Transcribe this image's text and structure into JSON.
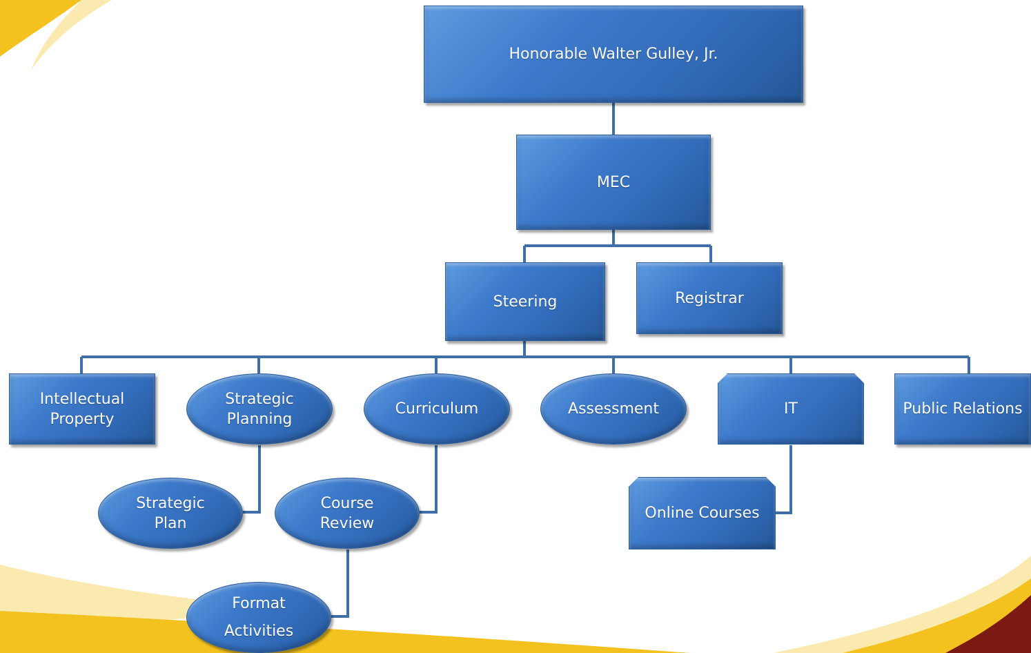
{
  "nodes": {
    "walter_gulley": "Honorable Walter Gulley, Jr.",
    "mec": "MEC",
    "steering": "Steering",
    "registrar": "Registrar",
    "intellectual_property": [
      "Intellectual",
      "Property"
    ],
    "strategic_planning": [
      "Strategic",
      "Planning"
    ],
    "curriculum": "Curriculum",
    "assessment": "Assessment",
    "it": "IT",
    "public_relations": "Public Relations",
    "strategic_plan": [
      "Strategic",
      "Plan"
    ],
    "course_review": [
      "Course",
      "Review"
    ],
    "online_courses": "Online Courses",
    "format_activities": [
      "Format",
      "Activities"
    ]
  },
  "colors": {
    "node_fill": "#3a77c7",
    "connector": "#3f6ea8",
    "accent_gold": "#f3c21f",
    "accent_pale": "#faeab0",
    "accent_maroon": "#7a1a12"
  }
}
